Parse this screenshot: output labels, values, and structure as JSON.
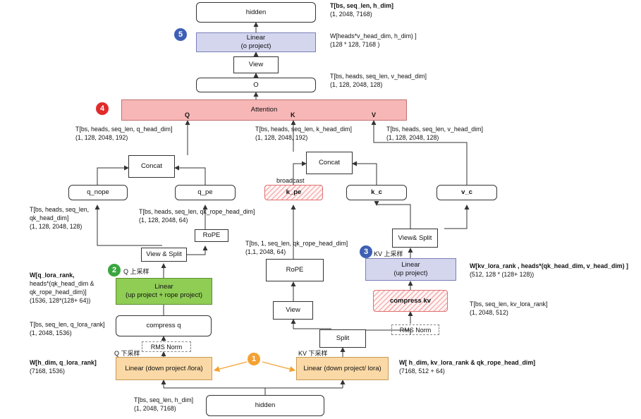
{
  "nodes": {
    "hidden_top": "hidden",
    "linear_o": [
      "Linear",
      "(o project)"
    ],
    "view_top": "View",
    "o": "O",
    "attention": "Attention",
    "attn_q": "Q",
    "attn_k": "K",
    "attn_v": "V",
    "concat_q": "Concat",
    "concat_kv": "Concat",
    "q_nope": "q_nope",
    "q_pe": "q_pe",
    "k_pe": "k_pe",
    "k_c": "k_c",
    "v_c": "v_c",
    "rope_q": "RoPE",
    "rope_k": "RoPE",
    "view_split_q": "View & Split",
    "view_split_kv": "View& Split",
    "linear_q_up": [
      "Linear",
      "(up project + rope project)"
    ],
    "linear_kv_up": [
      "Linear",
      "(up project)"
    ],
    "compress_q": "compress q",
    "compress_kv": "compress kv",
    "rms_q": "RMS Norm",
    "rms_kv": "RMS Norm",
    "view_k": "View",
    "split": "Split",
    "linear_q_down": "Linear (down project /lora)",
    "linear_kv_down": "Linear (down project/ lora)",
    "hidden_bottom": "hidden",
    "broadcast": "broadcast"
  },
  "labels": {
    "q_up": "Q 上采样",
    "kv_up": "KV 上采样",
    "q_down": "Q 下采样",
    "kv_down": "KV 下采样"
  },
  "badges": {
    "b1": "1",
    "b2": "2",
    "b3": "3",
    "b4": "4",
    "b5": "5"
  },
  "notes": {
    "hidden_top": [
      "T[bs, seq_len, h_dim]",
      "(1, 2048, 7168)"
    ],
    "linear_o": [
      "W[heads*v_head_dim, h_dim) ]",
      "(128 * 128, 7168 )"
    ],
    "o": [
      "T[bs, heads, seq_len, v_head_dim]",
      "(1, 128, 2048, 128)"
    ],
    "q": [
      "T[bs, heads, seq_len, q_head_dim]",
      "(1, 128, 2048, 192)"
    ],
    "k": [
      "T[bs, heads, seq_len, k_head_dim]",
      "(1, 128, 2048, 192)"
    ],
    "v": [
      "T[bs, heads, seq_len, v_head_dim]",
      "(1, 128, 2048, 128)"
    ],
    "q_nope": [
      "T[bs, heads, seq_len,",
      "qk_head_dim]",
      "(1, 128, 2048, 128)"
    ],
    "q_pe": [
      "T[bs, heads, seq_len, qk_rope_head_dim]",
      "(1, 128, 2048, 64)"
    ],
    "k_pe": [
      "T[bs, 1, seq_len, qk_rope_head_dim]",
      "(1,1, 2048, 64)"
    ],
    "w_q_up": [
      "W[q_lora_rank,",
      "heads*(qk_head_dim &",
      "qk_rope_head_dim)]",
      "(1536, 128*(128+ 64))"
    ],
    "compress_q": [
      "T[bs, seq_len, q_lora_rank]",
      "(1, 2048, 1536)"
    ],
    "w_q_down": [
      "W[h_dim, q_lora_rank]",
      "(7168, 1536)"
    ],
    "w_kv_up": [
      "W[kv_lora_rank , heads*(qk_head_dim, v_head_dim) ]",
      "(512, 128 * (128+ 128))"
    ],
    "compress_kv": [
      "T[bs, seq_len, kv_lora_rank]",
      "(1, 2048, 512)"
    ],
    "w_kv_down": [
      "W[ h_dim, kv_lora_rank & qk_rope_head_dim]",
      "(7168, 512 + 64)"
    ],
    "hidden_bottom": [
      "T[bs, seq_len, h_dim]",
      "(1, 2048, 7168)"
    ]
  },
  "colors": {
    "attention_fill": "#f7b7b7",
    "linear_o_fill": "#d4d6ee",
    "linear_q_up_fill": "#8fcd55",
    "linear_kv_up_fill": "#d4d6ee",
    "linear_down_fill": "#fbd9a6",
    "badge_blue": "#3d5fb5",
    "badge_green": "#3aa63f",
    "badge_red": "#e02b2b",
    "badge_orange": "#f4a133"
  }
}
